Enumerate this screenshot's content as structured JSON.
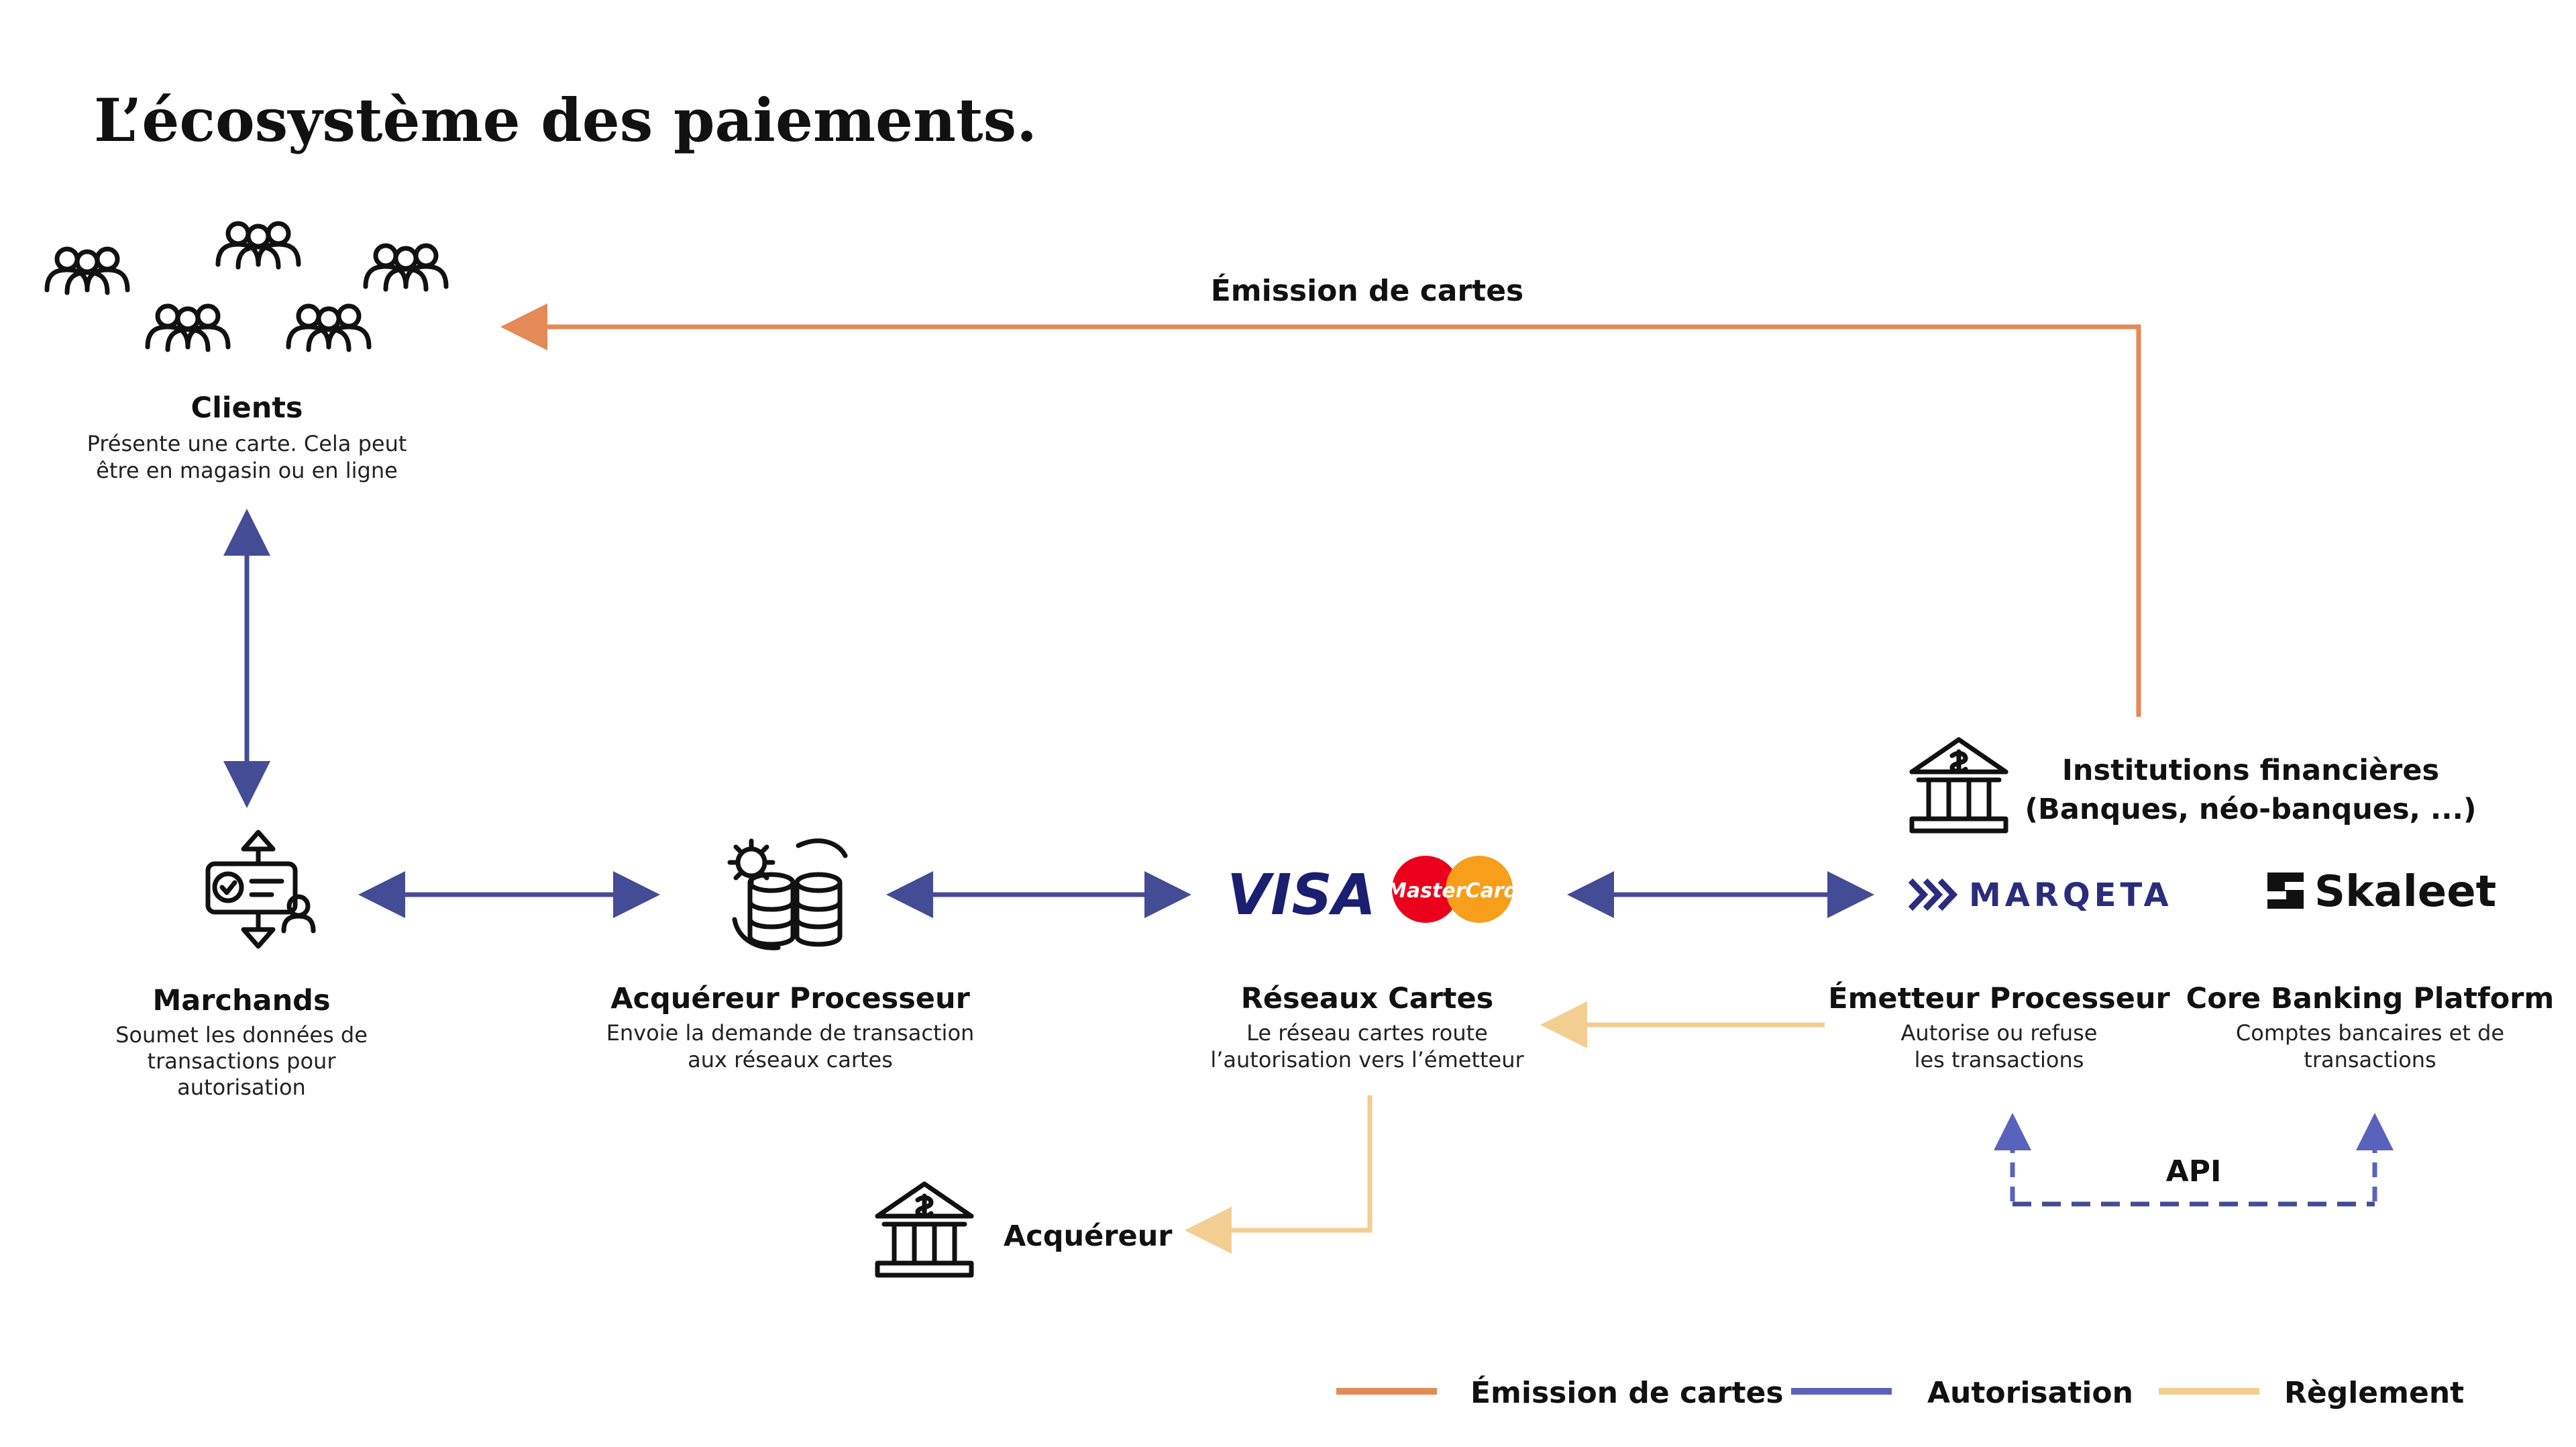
{
  "title": "L’écosystème des paiements.",
  "colors": {
    "emission": "#E38A57",
    "autorisation": "#444C96",
    "reglement": "#F3CE91",
    "api": "#5A63BC",
    "visa": "#1A1F71",
    "mastercard_red": "#EB001B",
    "mastercard_orange": "#F79E1B"
  },
  "nodes": {
    "clients": {
      "title": "Clients",
      "desc": [
        "Présente une carte. Cela peut",
        "être en magasin ou en ligne"
      ],
      "icon": "users-group-icon"
    },
    "marchands": {
      "title": "Marchands",
      "desc": [
        "Soumet les données de",
        "transactions pour",
        "autorisation"
      ],
      "icon": "merchant-transaction-icon"
    },
    "acquereur_processeur": {
      "title": "Acquéreur Processeur",
      "desc": [
        "Envoie la demande de transaction",
        "aux réseaux cartes"
      ],
      "icon": "processor-database-icon"
    },
    "reseaux_cartes": {
      "title": "Réseaux Cartes",
      "desc": [
        "Le réseau cartes route",
        "l’autorisation vers l’émetteur"
      ]
    },
    "emetteur_processeur": {
      "title": "Émetteur Processeur",
      "desc": [
        "Autorise ou refuse",
        "les transactions"
      ]
    },
    "core_banking": {
      "title": "Core Banking Platform",
      "desc": [
        "Comptes bancaires et de",
        "transactions"
      ]
    },
    "institutions": {
      "title": [
        "Institutions financières",
        "(Banques, néo-banques, ...)"
      ],
      "icon": "bank-icon"
    },
    "acquereur": {
      "title": "Acquéreur",
      "icon": "bank-icon"
    }
  },
  "brands": {
    "visa": "VISA",
    "mastercard": "MasterCard",
    "marqeta": "MARQETA",
    "skaleet": "Skaleet"
  },
  "edge_labels": {
    "emission": "Émission de cartes",
    "api": "API"
  },
  "legend": [
    {
      "label": "Émission de cartes",
      "color": "#E38A57"
    },
    {
      "label": "Autorisation",
      "color": "#5A63BC"
    },
    {
      "label": "Règlement",
      "color": "#F3CE91"
    }
  ]
}
